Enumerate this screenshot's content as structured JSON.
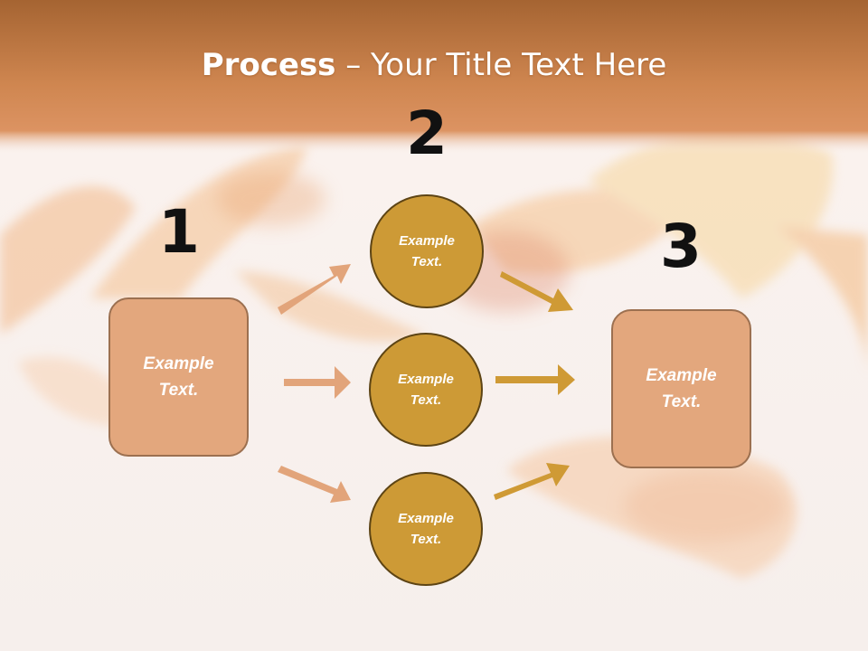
{
  "title": {
    "bold": "Process",
    "rest": " – Your Title Text Here"
  },
  "steps": [
    "1",
    "2",
    "3"
  ],
  "box_left": {
    "text": "Example\nText."
  },
  "box_right": {
    "text": "Example\nText."
  },
  "circles": [
    {
      "text": "Example\nText."
    },
    {
      "text": "Example\nText."
    },
    {
      "text": "Example\nText."
    }
  ],
  "colors": {
    "header_top": "#a56432",
    "header_band": "#d88a4e",
    "box_fill": "#e3a77d",
    "box_border": "#9c7050",
    "circle_fill": "#cd9a36",
    "circle_border": "#5d4414",
    "arrow_left": "#e2a47a",
    "arrow_right": "#cf9a35"
  }
}
